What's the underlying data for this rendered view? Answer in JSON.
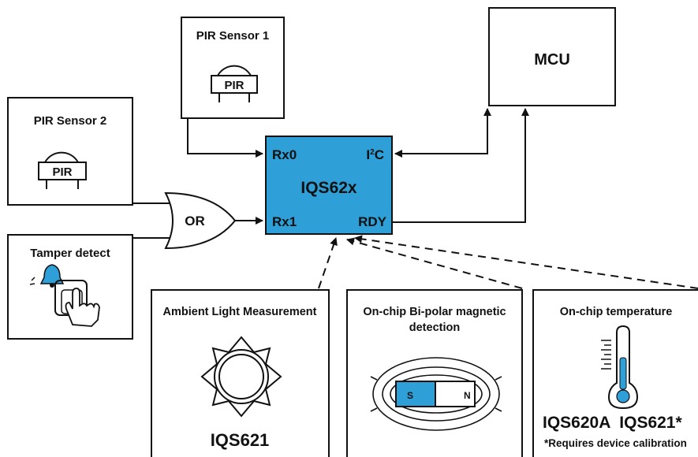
{
  "pir_symbol_label": "PIR",
  "blocks": {
    "pir_sensor_1": "PIR Sensor 1",
    "pir_sensor_2": "PIR Sensor 2",
    "tamper_detect": "Tamper detect",
    "mcu": "MCU",
    "or_gate": "OR"
  },
  "chip": {
    "name": "IQS62x",
    "rx0": "Rx0",
    "rx1": "Rx1",
    "i2c_prefix": "I",
    "i2c_sup": "2",
    "i2c_suffix": "C",
    "rdy": "RDY"
  },
  "features": {
    "ambient": {
      "title": "Ambient Light Measurement",
      "part": "IQS621"
    },
    "magnetic": {
      "title_line1": "On-chip Bi-polar magnetic",
      "title_line2": "detection",
      "magnet_s": "S",
      "magnet_n": "N"
    },
    "temperature": {
      "title": "On-chip temperature",
      "parts": "IQS620A  IQS621*",
      "note": "*Requires device calibration"
    }
  },
  "colors": {
    "chip_fill": "#2f9fd8",
    "line": "#111111",
    "thermo_fill": "#2f9fd8",
    "magnet_fill": "#2f9fd8"
  }
}
